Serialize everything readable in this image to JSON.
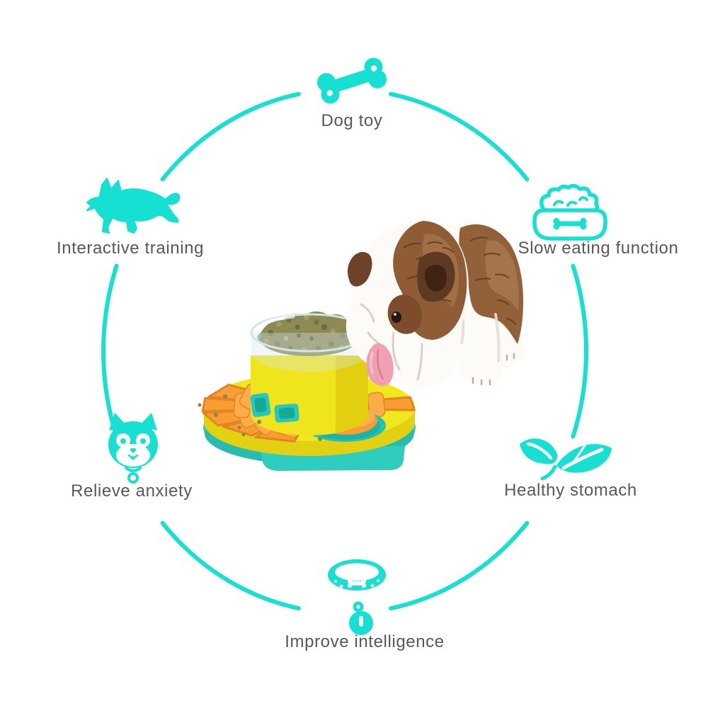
{
  "diagram": {
    "type": "circular-feature-infographic",
    "ring_color": "#15e0d2",
    "label_color": "#57585b",
    "background": "#ffffff",
    "features": [
      {
        "label": "Dog toy",
        "icon": "bone-icon",
        "position": "top"
      },
      {
        "label": "Interactive training",
        "icon": "running-dog-icon",
        "position": "upper-left"
      },
      {
        "label": "Slow eating function",
        "icon": "food-bowl-icon",
        "position": "upper-right"
      },
      {
        "label": "Relieve anxiety",
        "icon": "dog-face-icon",
        "position": "lower-left"
      },
      {
        "label": "Healthy stomach",
        "icon": "leaves-icon",
        "position": "lower-right"
      },
      {
        "label": "Improve intelligence",
        "icon": "dog-collar-icon",
        "position": "bottom"
      }
    ],
    "product": {
      "description": "White and brindle bulldog licking kibble from a round yellow puzzle slow-feeder with orange sliding covers, a transparent center bowl full of kibble and a turquoise base",
      "colors": {
        "disc_yellow": "#f1e71e",
        "slider_orange": "#f79d33",
        "base_teal": "#32d2c3",
        "well_teal": "#23c3b4",
        "kibble_olive": "#8d8a56",
        "dog_brindle": "#8f5c36",
        "tongue_pink": "#f0a0b2"
      }
    }
  }
}
